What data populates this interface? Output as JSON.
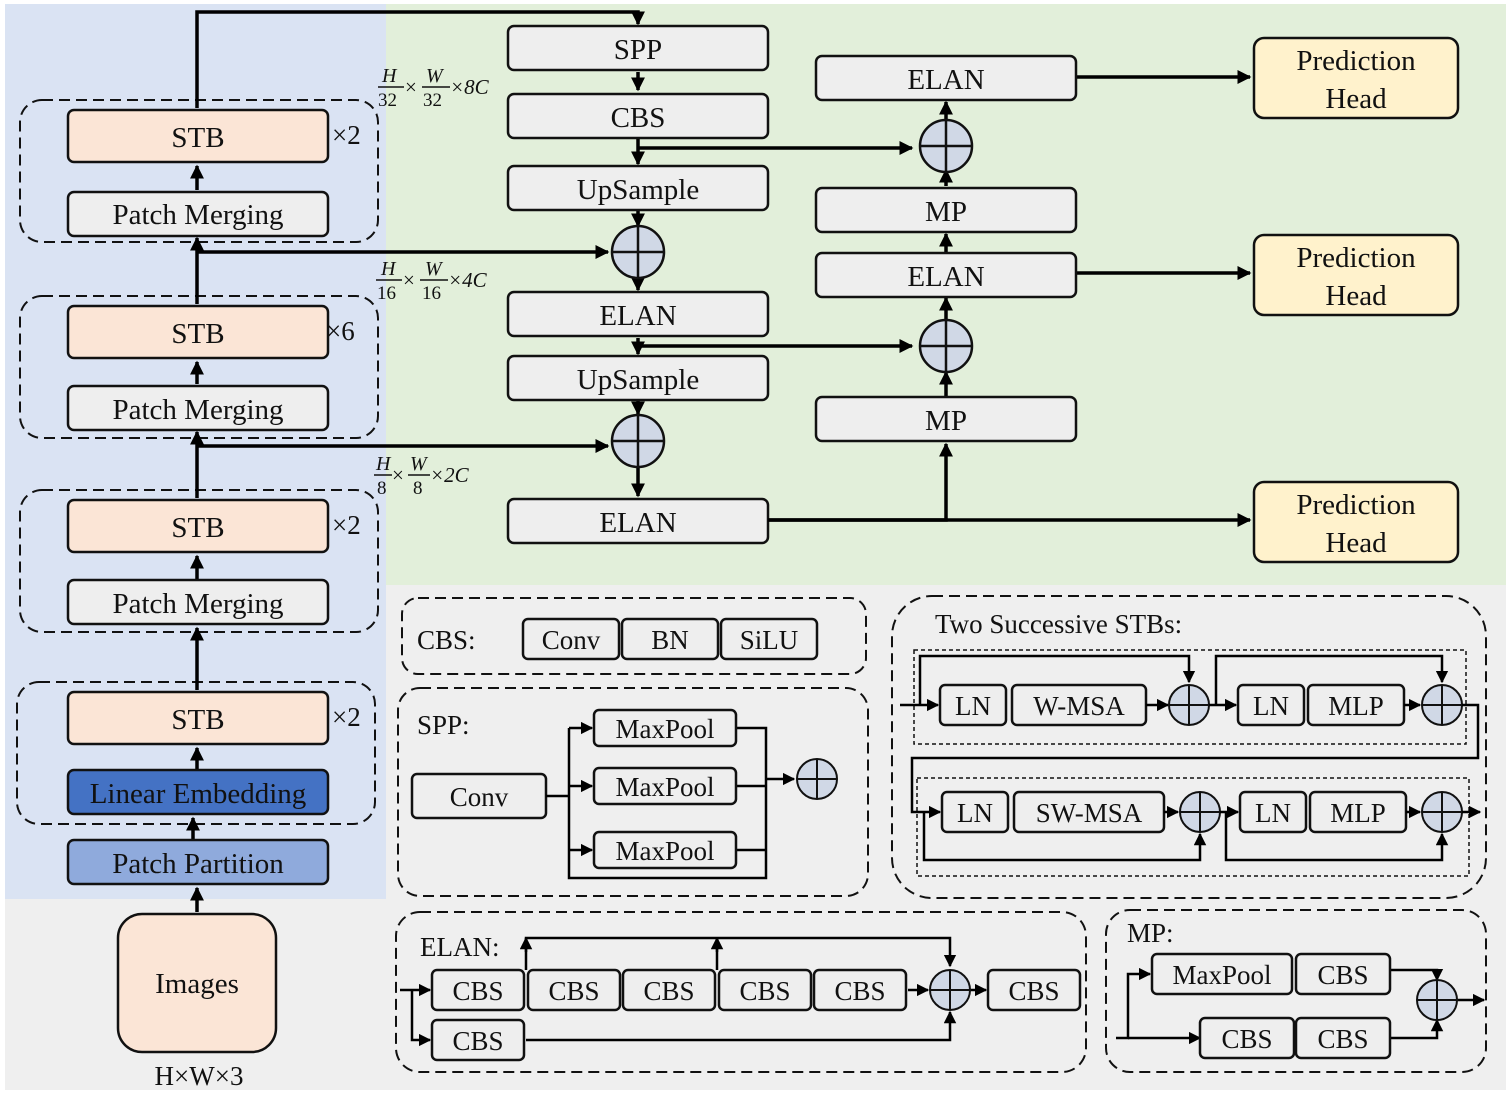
{
  "backbone": {
    "stb": "STB",
    "patch_merging": "Patch Merging",
    "linear_embedding": "Linear Embedding",
    "patch_partition": "Patch Partition",
    "images": "Images",
    "input_dims": "H×W×3",
    "repeats": [
      "×2",
      "×6",
      "×2",
      "×2"
    ]
  },
  "scales": {
    "s32": {
      "h": "H",
      "w": "W",
      "hd": "32",
      "wd": "32",
      "tail": "×8C",
      "x": "×"
    },
    "s16": {
      "h": "H",
      "w": "W",
      "hd": "16",
      "wd": "16",
      "tail": "×4C",
      "x": "×"
    },
    "s8": {
      "h": "H",
      "w": "W",
      "hd": "8",
      "wd": "8",
      "tail": "×2C",
      "x": "×"
    }
  },
  "neck": {
    "spp": "SPP",
    "cbs": "CBS",
    "upsample": "UpSample",
    "elan": "ELAN",
    "mp": "MP"
  },
  "heads": {
    "line1": "Prediction",
    "line2": "Head"
  },
  "legend": {
    "cbs": {
      "title": "CBS:",
      "items": [
        "Conv",
        "BN",
        "SiLU"
      ]
    },
    "spp": {
      "title": "SPP:",
      "conv": "Conv",
      "maxpool": "MaxPool"
    },
    "stbs": {
      "title": "Two Successive STBs:",
      "ln": "LN",
      "wmsa": "W-MSA",
      "swmsa": "SW-MSA",
      "mlp": "MLP"
    },
    "elan": {
      "title": "ELAN:",
      "cbs": "CBS"
    },
    "mp": {
      "title": "MP:",
      "maxpool": "MaxPool",
      "cbs": "CBS"
    }
  },
  "colors": {
    "backbone_bg": "#dae3f3",
    "neck_bg": "#e2efda",
    "legend_bg": "#efefef",
    "stb_fill": "#fbe5d6",
    "embed_fill": "#8faadc",
    "gray_box": "#eeeeee",
    "head_fill": "#fff2cc",
    "adder_fill": "#d0d8e6"
  }
}
